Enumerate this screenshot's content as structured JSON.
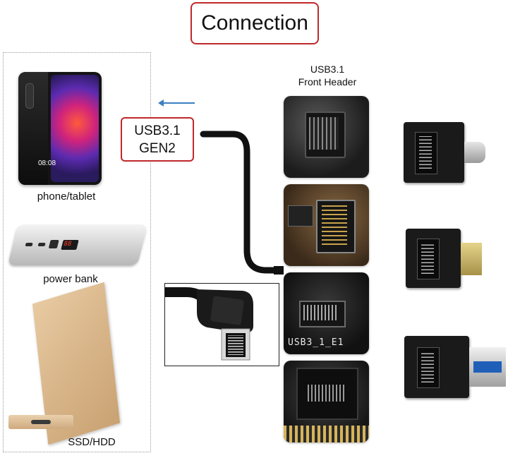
{
  "title": "Connection",
  "devices": {
    "phone_label": "phone/tablet",
    "phone_clock": "08:08",
    "powerbank_label": "power bank",
    "powerbank_display": "88",
    "ssd_label": "SSD/HDD"
  },
  "usb_label": {
    "line1": "USB3.1",
    "line2": "GEN2"
  },
  "front_header": {
    "line1": "USB3.1",
    "line2": "Front Header"
  },
  "board_text": "USB3_1_E1",
  "colors": {
    "accent_border": "#c0282a",
    "arrow": "#3a7fc1",
    "cable": "#111111"
  }
}
